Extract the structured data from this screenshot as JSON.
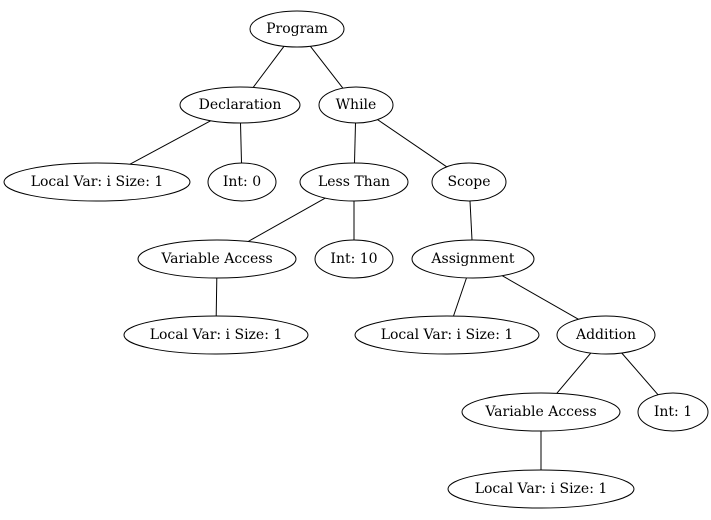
{
  "diagram": {
    "nodes": [
      {
        "id": "program",
        "label": "Program"
      },
      {
        "id": "declaration",
        "label": "Declaration"
      },
      {
        "id": "while",
        "label": "While"
      },
      {
        "id": "local_var_1",
        "label": "Local Var: i Size: 1"
      },
      {
        "id": "int_0",
        "label": "Int: 0"
      },
      {
        "id": "less_than",
        "label": "Less Than"
      },
      {
        "id": "scope",
        "label": "Scope"
      },
      {
        "id": "variable_access_1",
        "label": "Variable Access"
      },
      {
        "id": "int_10",
        "label": "Int: 10"
      },
      {
        "id": "assignment",
        "label": "Assignment"
      },
      {
        "id": "local_var_2",
        "label": "Local Var: i Size: 1"
      },
      {
        "id": "local_var_3",
        "label": "Local Var: i Size: 1"
      },
      {
        "id": "addition",
        "label": "Addition"
      },
      {
        "id": "variable_access_2",
        "label": "Variable Access"
      },
      {
        "id": "int_1",
        "label": "Int: 1"
      },
      {
        "id": "local_var_4",
        "label": "Local Var: i Size: 1"
      }
    ],
    "edges": [
      {
        "from": "program",
        "to": "declaration"
      },
      {
        "from": "program",
        "to": "while"
      },
      {
        "from": "declaration",
        "to": "local_var_1"
      },
      {
        "from": "declaration",
        "to": "int_0"
      },
      {
        "from": "while",
        "to": "less_than"
      },
      {
        "from": "while",
        "to": "scope"
      },
      {
        "from": "less_than",
        "to": "variable_access_1"
      },
      {
        "from": "less_than",
        "to": "int_10"
      },
      {
        "from": "scope",
        "to": "assignment"
      },
      {
        "from": "variable_access_1",
        "to": "local_var_2"
      },
      {
        "from": "assignment",
        "to": "local_var_3"
      },
      {
        "from": "assignment",
        "to": "addition"
      },
      {
        "from": "addition",
        "to": "variable_access_2"
      },
      {
        "from": "addition",
        "to": "int_1"
      },
      {
        "from": "variable_access_2",
        "to": "local_var_4"
      }
    ]
  }
}
